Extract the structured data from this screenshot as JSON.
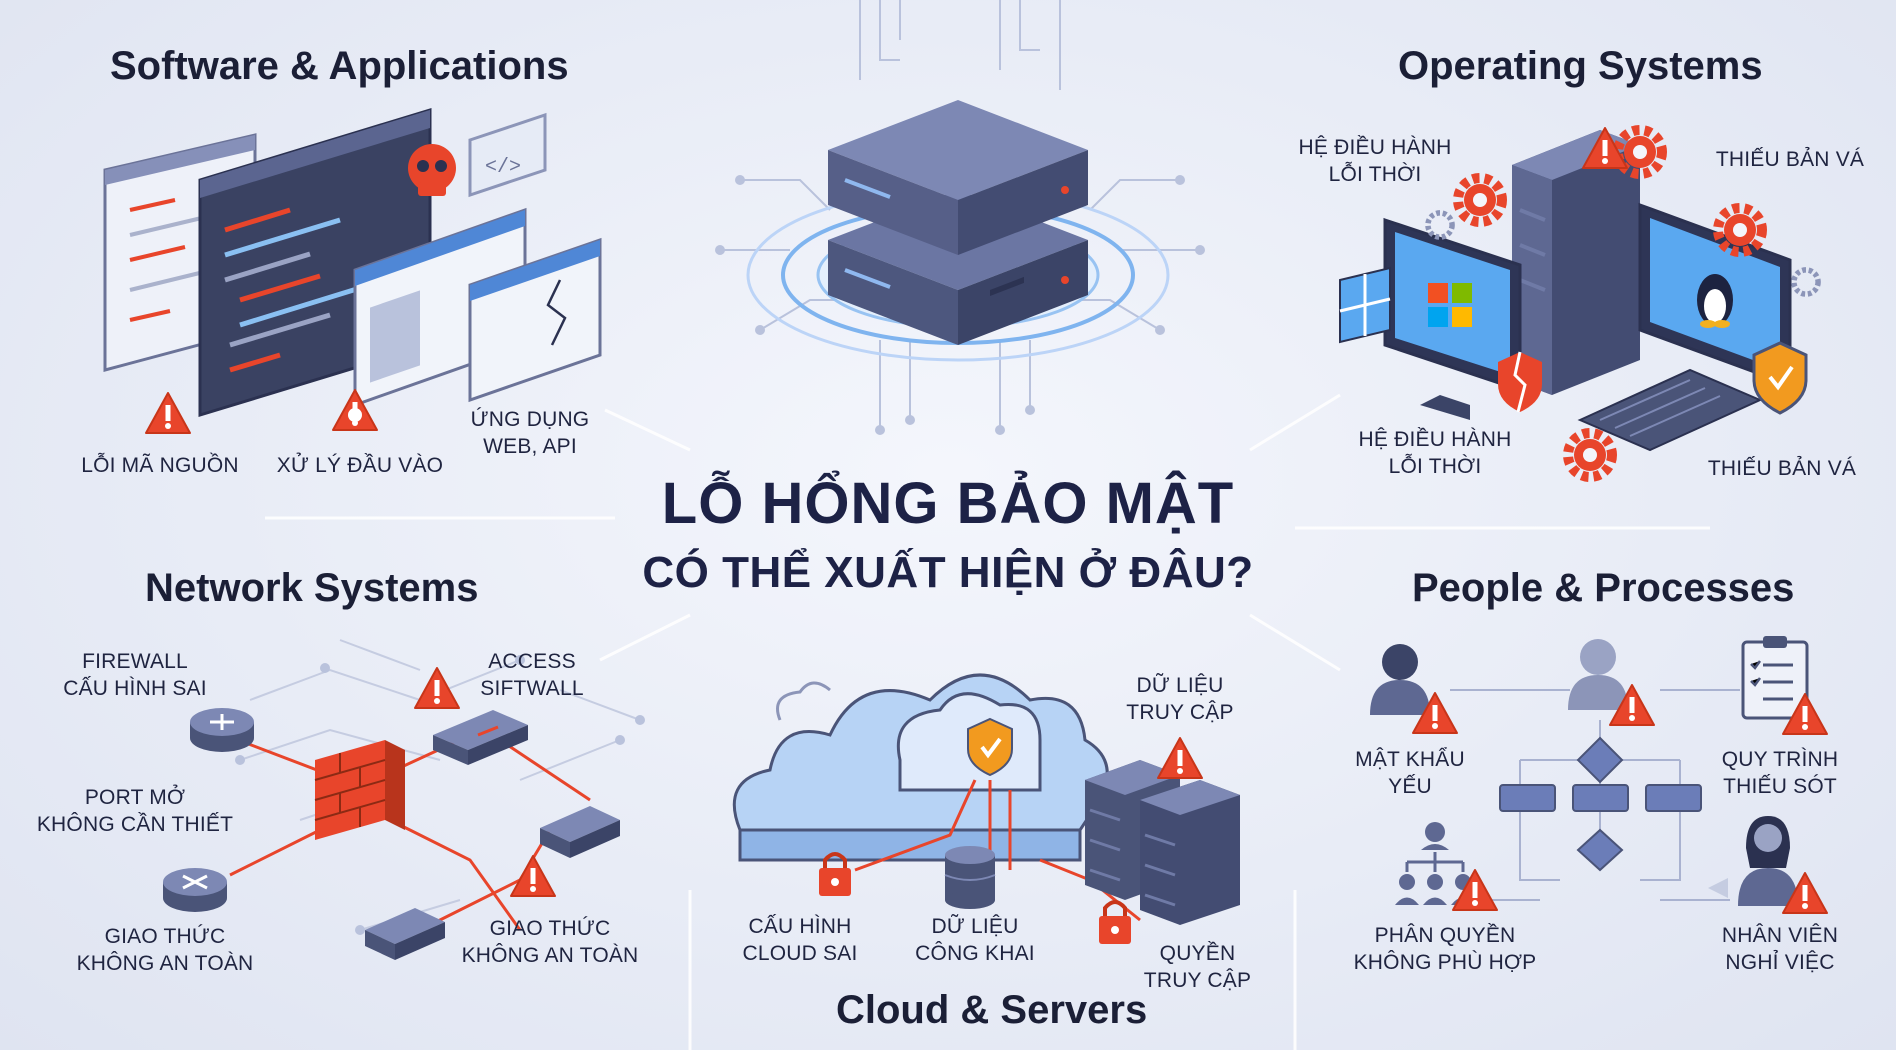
{
  "main": {
    "title": "LỖ HỔNG BẢO MẬT",
    "subtitle": "CÓ THỂ XUẤT HIỆN Ở ĐÂU?"
  },
  "software": {
    "title": "Software & Applications",
    "labels": [
      "LỖI MÃ NGUỒN",
      "XỬ LÝ ĐẦU VÀO",
      "ỨNG DỤNG",
      "WEB, API"
    ]
  },
  "os": {
    "title": "Operating Systems",
    "labels": [
      "HỆ ĐIỀU HÀNH",
      "LỖI THỜI",
      "THIẾU BẢN VÁ",
      "HỆ ĐIỀU HÀNH",
      "LỖI THỜI",
      "THIẾU BẢN VÁ"
    ]
  },
  "network": {
    "title": "Network Systems",
    "labels": [
      "FIREWALL",
      "CẤU HÌNH SAI",
      "ACCESS",
      "SIFTWALL",
      "PORT MỞ",
      "KHÔNG CẦN THIẾT",
      "GIAO THỨC",
      "KHÔNG AN TOÀN",
      "GIAO THỨC",
      "KHÔNG AN TOÀN"
    ]
  },
  "cloud": {
    "title": "Cloud & Servers",
    "labels": [
      "DỮ LIỆU",
      "TRUY CẬP",
      "CẤU HÌNH",
      "CLOUD SAI",
      "DỮ LIỆU",
      "CÔNG KHAI",
      "QUYỀN",
      "TRUY CẬP"
    ]
  },
  "people": {
    "title": "People & Processes",
    "labels": [
      "MẬT KHẨU",
      "YẾU",
      "QUY TRÌNH",
      "THIẾU SÓT",
      "PHÂN QUYỀN",
      "KHÔNG PHÙ HỢP",
      "NHÂN VIÊN",
      "NGHỈ VIỆC"
    ]
  },
  "icons": [
    "server-icon",
    "code-window-icon",
    "skull-icon",
    "warning-icon",
    "gear-icon",
    "windows-logo-icon",
    "linux-penguin-icon",
    "shield-check-icon",
    "router-icon",
    "firewall-icon",
    "switch-icon",
    "cloud-icon",
    "lock-icon",
    "database-icon",
    "user-icon",
    "clipboard-icon",
    "flowchart-icon",
    "org-chart-icon"
  ],
  "colors": {
    "accent": "#e8452b",
    "server": "#4a5478",
    "panel": "#6b7db8",
    "background": "#e8ecf6"
  }
}
